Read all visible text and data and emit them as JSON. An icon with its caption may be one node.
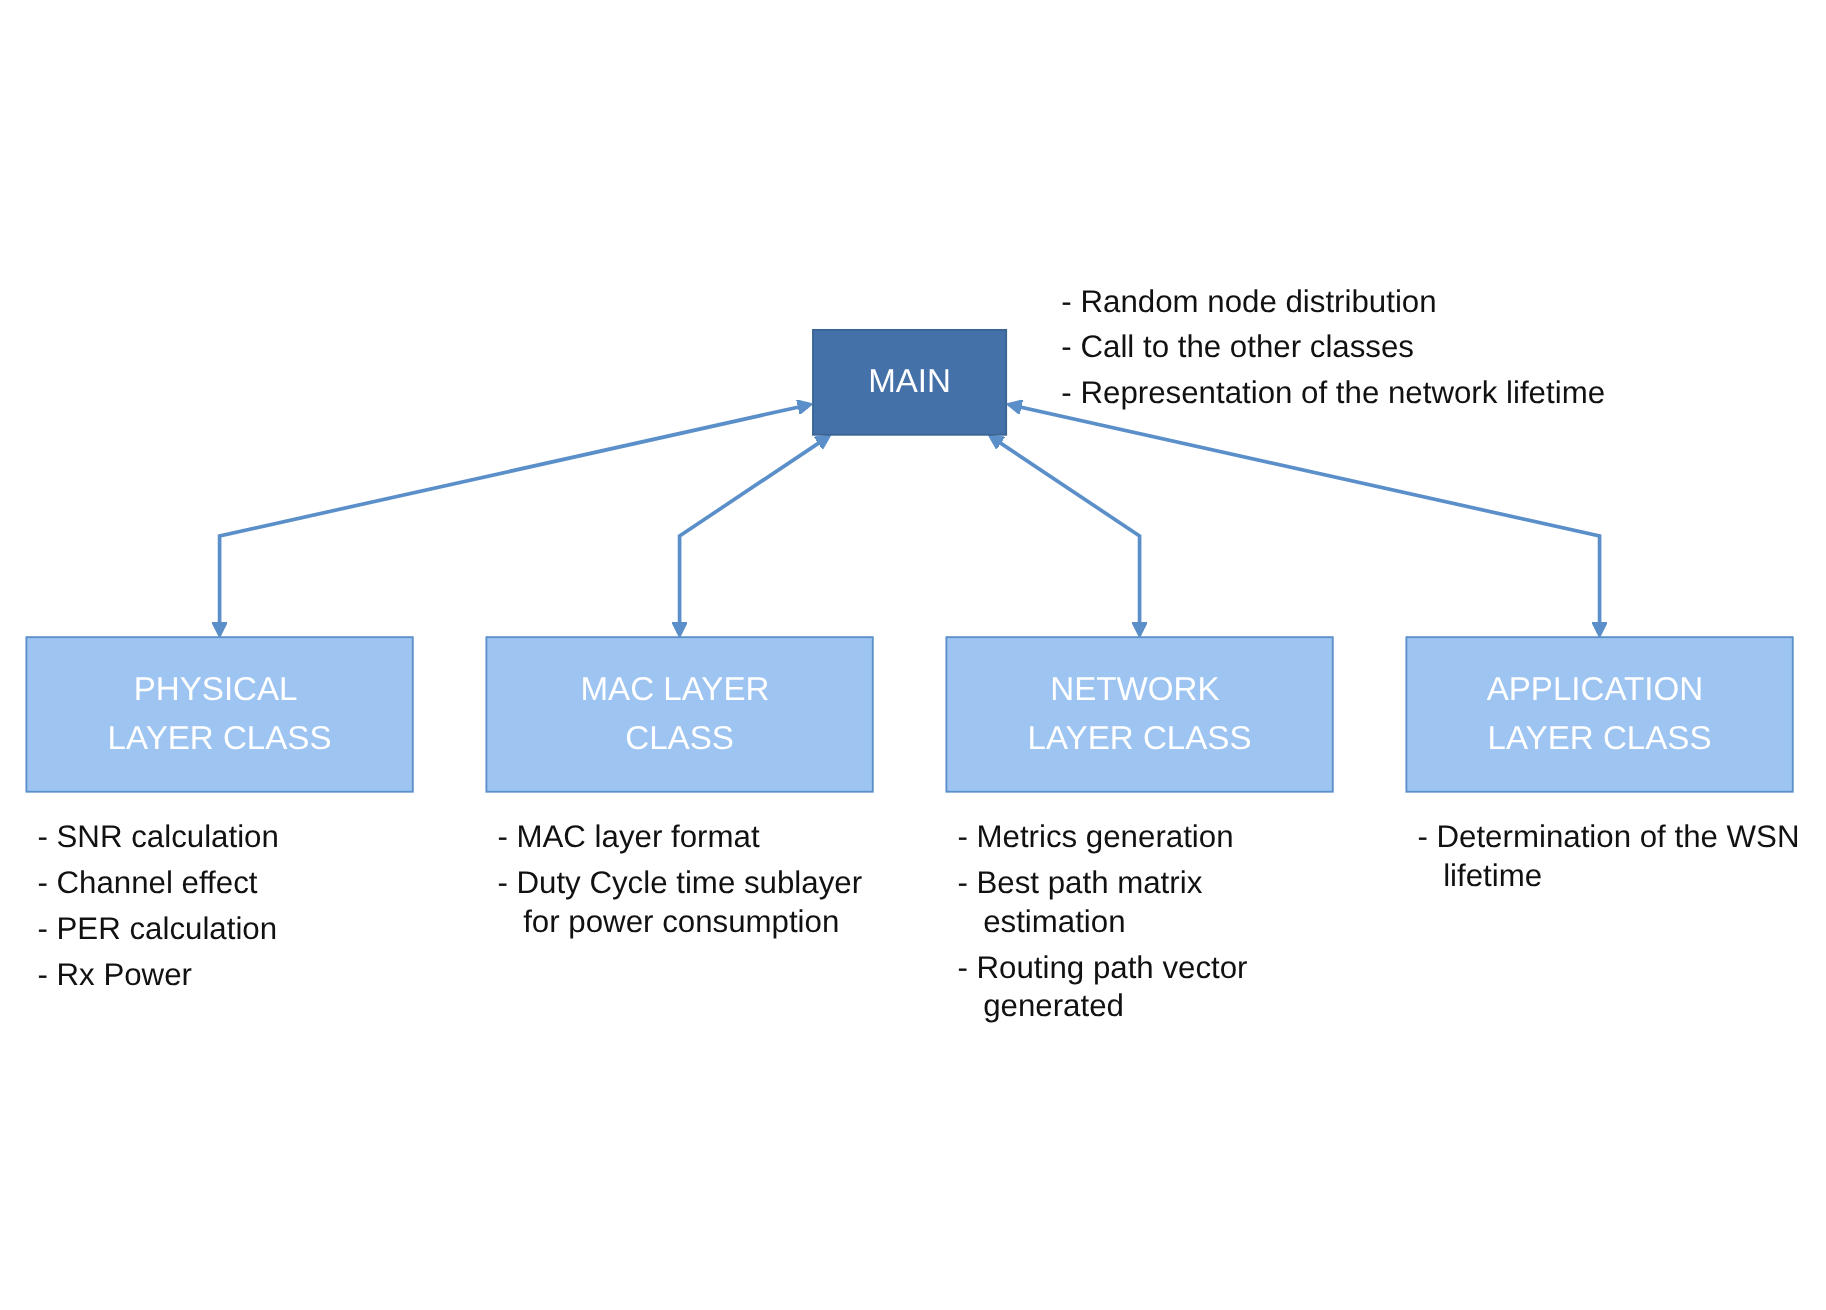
{
  "diagram": {
    "nodes": [
      {
        "text": [
          "MAIN"
        ],
        "beside": [
          "- Random node distribution",
          "- Call to the other classes",
          "- Representation of the network lifetime"
        ]
      },
      {
        "text": [
          "PHYSICAL LAYER CLASS"
        ],
        "beside": [
          "- SNR calculation",
          "- Channel effect",
          "- PER calculation",
          "- Rx Power"
        ]
      },
      {
        "text": [
          "MAC LAYER CLASS"
        ],
        "beside": [
          "- MAC layer format",
          "- Duty Cycle time sublayer for power consumption"
        ]
      },
      {
        "text": [
          "NETWORK LAYER CLASS"
        ],
        "beside": [
          "- Metrics generation",
          "- Best path matrix estimation",
          "- Routing path vector generated"
        ]
      },
      {
        "text": [
          "APPLICATION LAYER CLASS"
        ],
        "beside": [
          "- Determination of the WSN lifetime"
        ]
      }
    ],
    "edges": [
      {
        "from": 0,
        "to": 1,
        "arrow": "both"
      },
      {
        "from": 0,
        "to": 2,
        "arrow": "both"
      },
      {
        "from": 0,
        "to": 3,
        "arrow": "both"
      },
      {
        "from": 0,
        "to": 4,
        "arrow": "both"
      }
    ]
  }
}
